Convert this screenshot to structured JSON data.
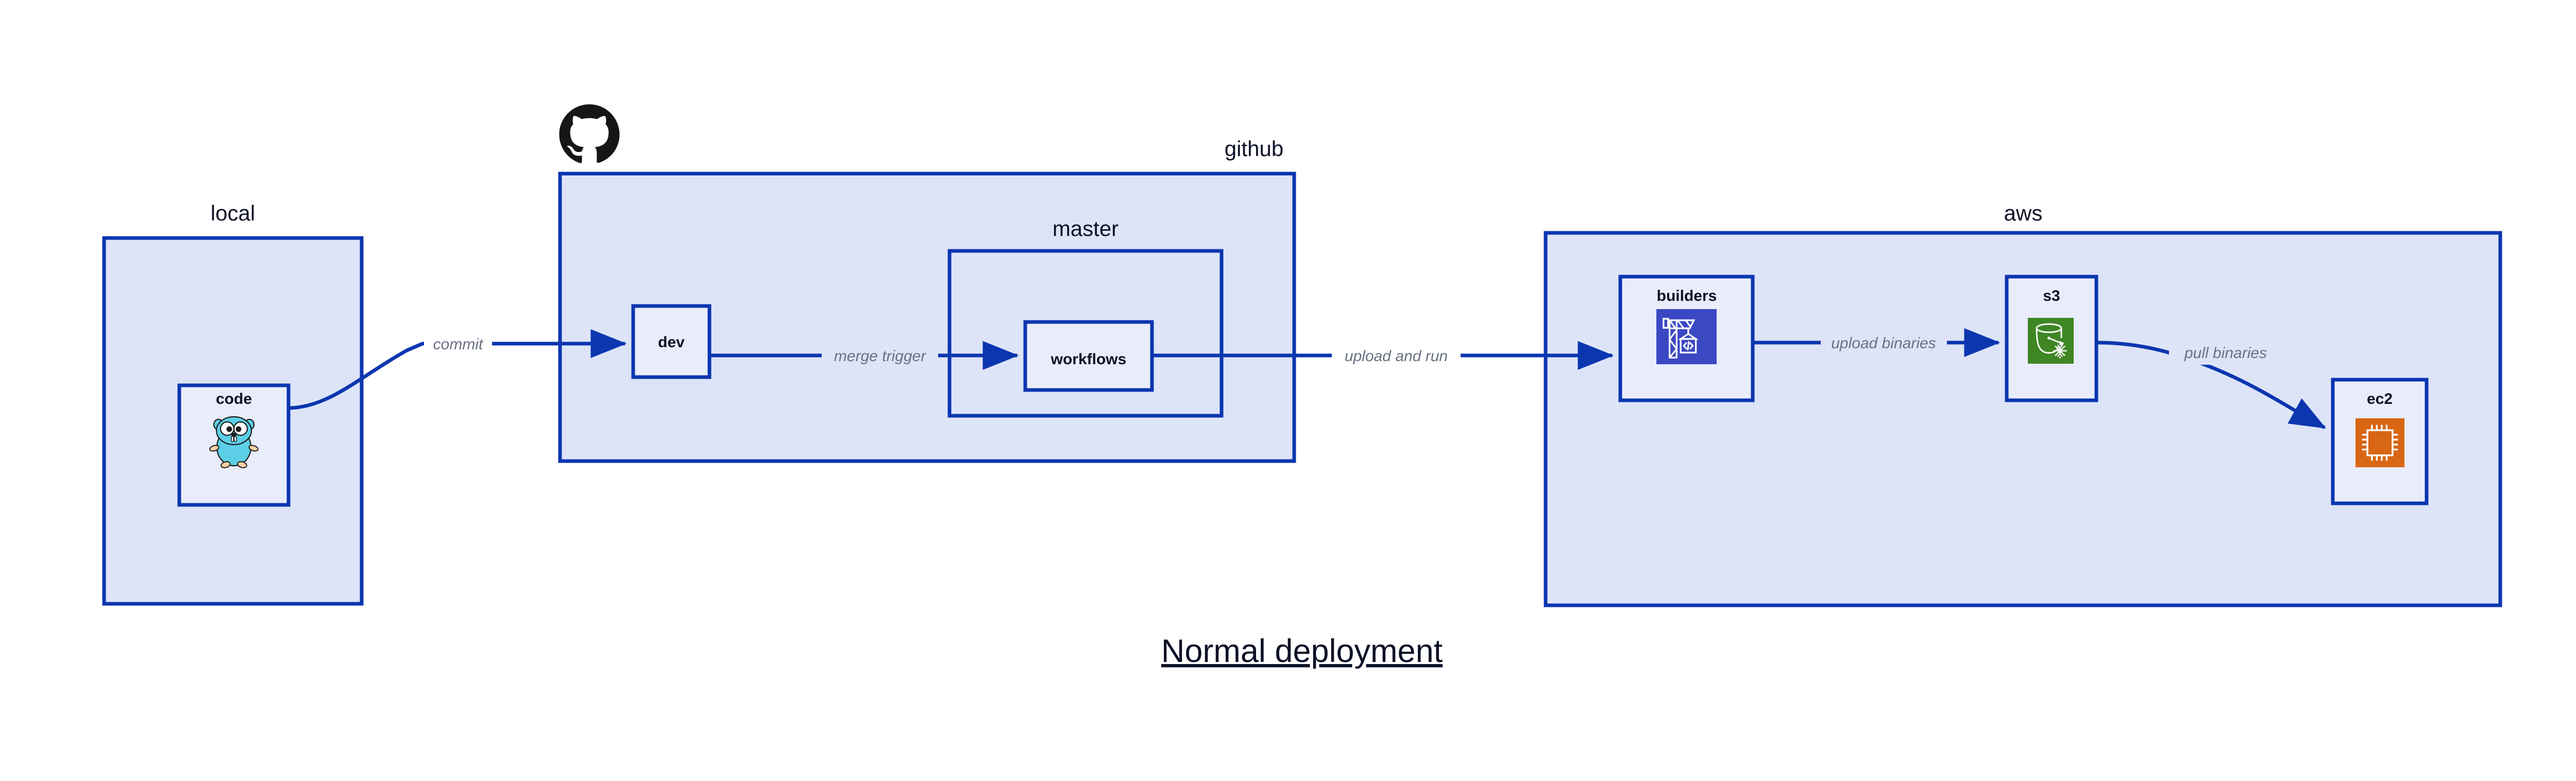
{
  "diagram": {
    "title": "Normal deployment",
    "background_color": "#ffffff",
    "accent_color": "#0b36b0",
    "cluster_fill": "#dde4f8",
    "node_fill": "#e9edfb",
    "edge_label_color": "#6a7182"
  },
  "clusters": [
    {
      "id": "local",
      "label": "local",
      "label_align": "center"
    },
    {
      "id": "github",
      "label": "github",
      "label_align": "right"
    },
    {
      "id": "master",
      "label": "master",
      "label_align": "center"
    },
    {
      "id": "aws",
      "label": "aws",
      "label_align": "center"
    }
  ],
  "nodes": [
    {
      "id": "code",
      "label": "code",
      "icon": "go-gopher-icon",
      "icon_color": "#5ccfe6"
    },
    {
      "id": "dev",
      "label": "dev",
      "icon": null,
      "icon_color": null
    },
    {
      "id": "workflows",
      "label": "workflows",
      "icon": null,
      "icon_color": null
    },
    {
      "id": "builders",
      "label": "builders",
      "icon": "aws-codebuild-icon",
      "icon_color": "#3b48c3"
    },
    {
      "id": "s3",
      "label": "s3",
      "icon": "aws-s3-glacier-icon",
      "icon_color": "#3f8624"
    },
    {
      "id": "ec2",
      "label": "ec2",
      "icon": "aws-ec2-chip-icon",
      "icon_color": "#d86613"
    }
  ],
  "edges": [
    {
      "id": "code-to-dev",
      "from": "code",
      "to": "dev",
      "label": "commit"
    },
    {
      "id": "dev-to-workflows",
      "from": "dev",
      "to": "workflows",
      "label": "merge trigger"
    },
    {
      "id": "workflows-to-builders",
      "from": "workflows",
      "to": "builders",
      "label": "upload and run"
    },
    {
      "id": "builders-to-s3",
      "from": "builders",
      "to": "s3",
      "label": "upload binaries"
    },
    {
      "id": "s3-to-ec2",
      "from": "s3",
      "to": "ec2",
      "label": "pull binaries"
    }
  ],
  "logos": [
    {
      "id": "github-octocat",
      "name": "github-octocat-icon",
      "color": "#161614"
    }
  ]
}
